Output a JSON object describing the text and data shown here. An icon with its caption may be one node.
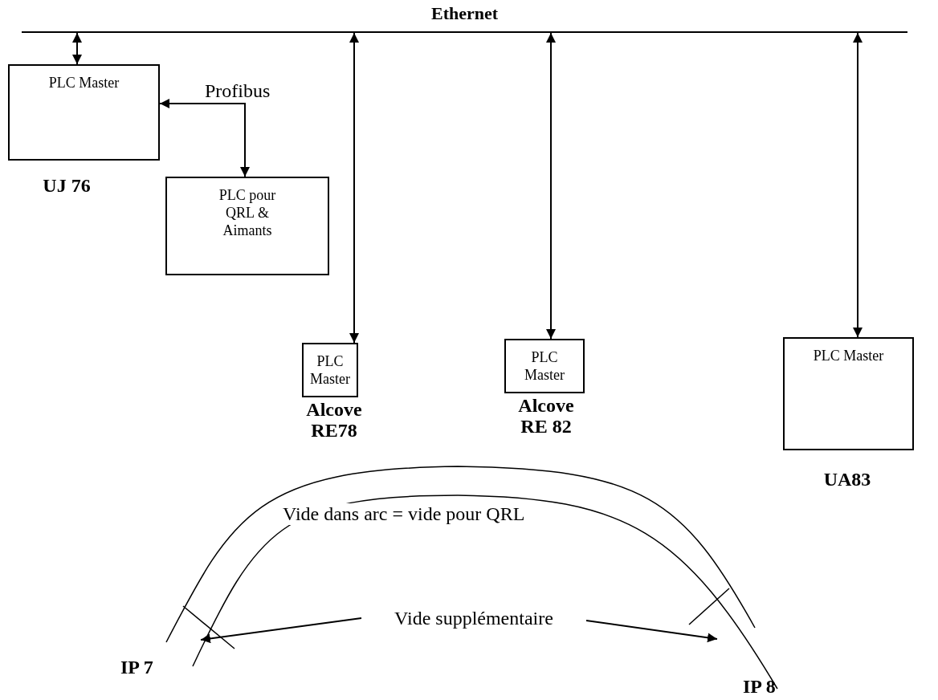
{
  "diagram": {
    "nodes": [
      {
        "text": [
          "Ethernet"
        ]
      },
      {
        "text": [
          "PLC Master"
        ],
        "beside": [
          "UJ 76"
        ]
      },
      {
        "text": [
          "PLC pour QRL & Aimants"
        ]
      },
      {
        "text": [
          "PLC Master"
        ],
        "beside": [
          "Alcove RE78"
        ]
      },
      {
        "text": [
          "PLC Master"
        ],
        "beside": [
          "Alcove RE 82"
        ]
      },
      {
        "text": [
          "PLC Master"
        ],
        "beside": [
          "UA83"
        ]
      },
      {
        "text": [
          "Vide supplémentaire"
        ]
      }
    ],
    "edges": [
      {
        "from": 0,
        "to": 1,
        "arrow": "both"
      },
      {
        "from": 1,
        "to": 2,
        "arrow": "both",
        "label": "Profibus"
      },
      {
        "from": 0,
        "to": 3,
        "arrow": "both"
      },
      {
        "from": 0,
        "to": 4,
        "arrow": "both"
      },
      {
        "from": 0,
        "to": 5,
        "arrow": "both"
      },
      {
        "from": 6,
        "to": null,
        "arrow": "to"
      },
      {
        "from": 6,
        "to": null,
        "arrow": "to"
      }
    ],
    "labels": [
      "Vide dans arc = vide pour QRL",
      "IP 7",
      "IP 8"
    ]
  }
}
